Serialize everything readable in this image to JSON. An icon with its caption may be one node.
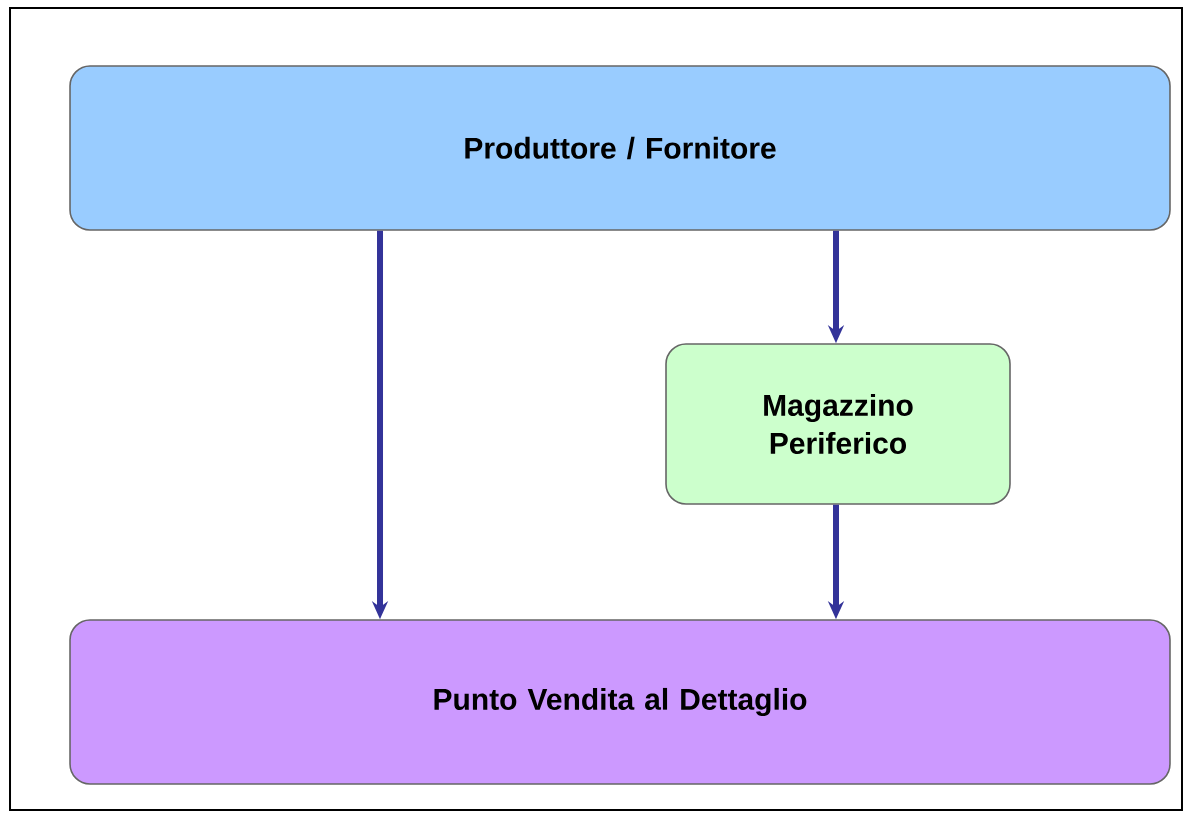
{
  "diagram": {
    "nodes": [
      {
        "text": [
          "Produttore / Fornitore"
        ]
      },
      {
        "text": [
          "Magazzino Periferico"
        ]
      },
      {
        "text": [
          "Punto Vendita al Dettaglio"
        ]
      }
    ],
    "edges": [
      {
        "from": 0,
        "to": 2,
        "arrow": "to"
      },
      {
        "from": 0,
        "to": 1,
        "arrow": "to"
      },
      {
        "from": 1,
        "to": 2,
        "arrow": "to"
      }
    ]
  }
}
